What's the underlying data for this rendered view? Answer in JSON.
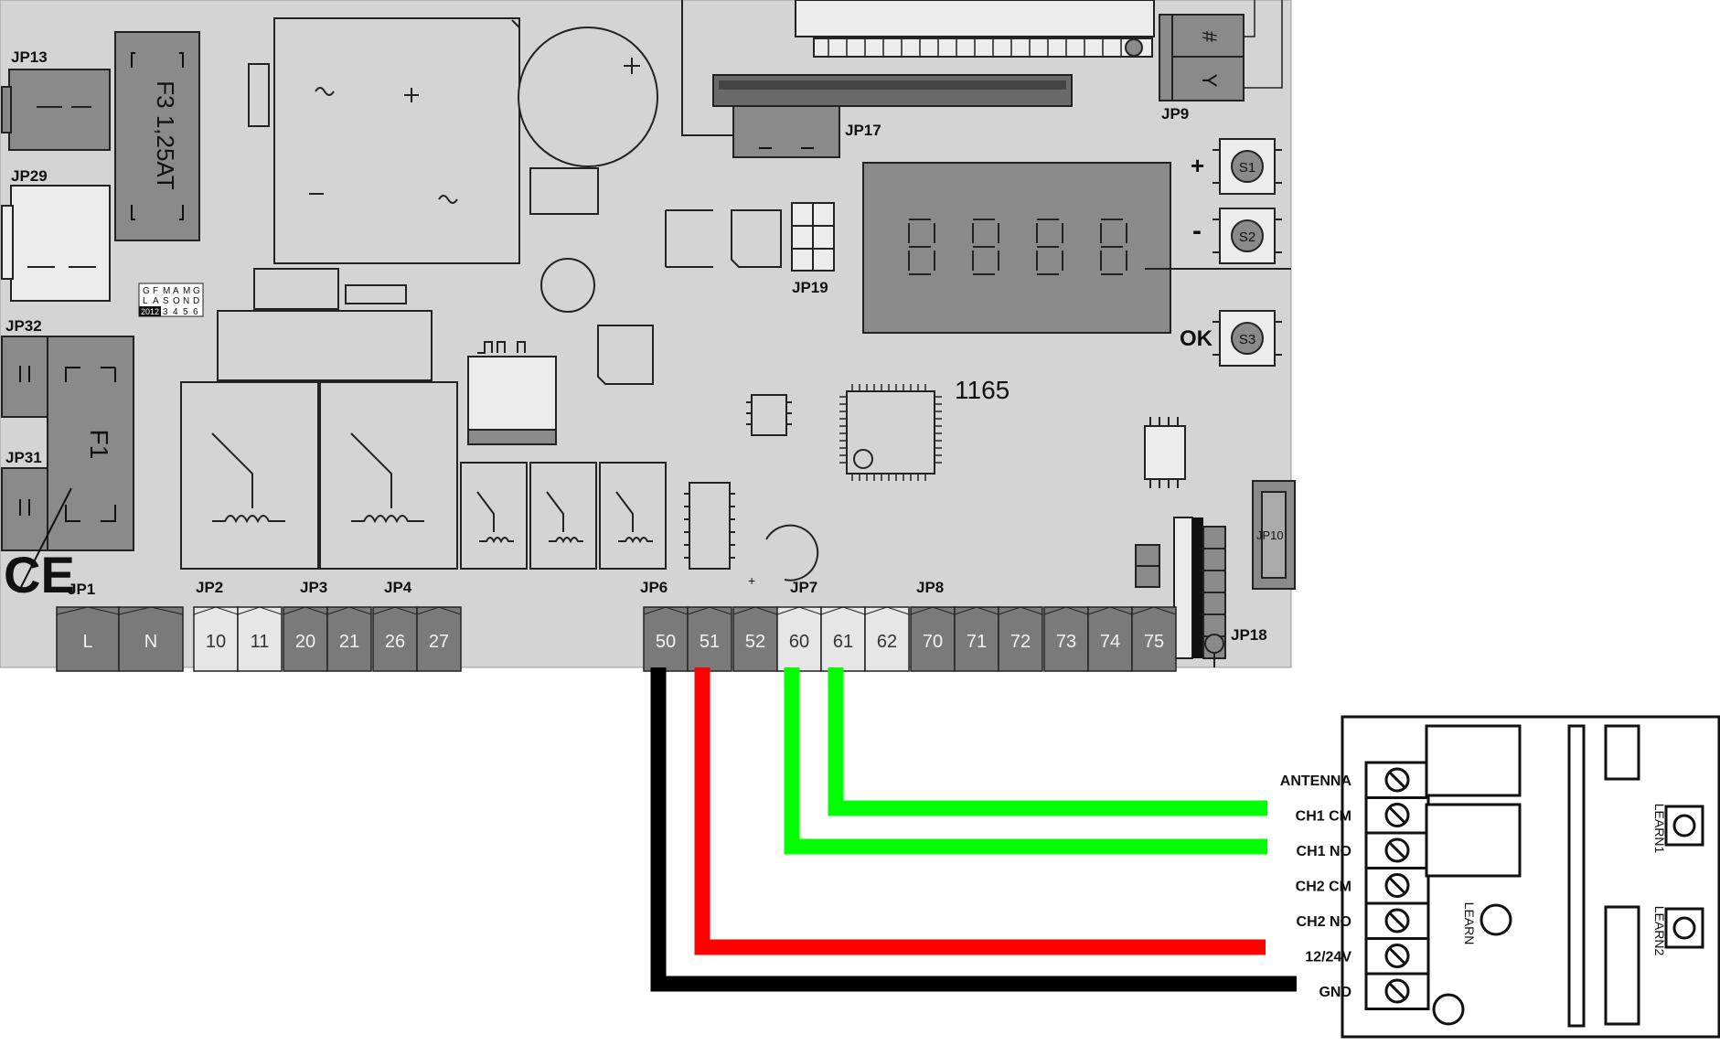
{
  "board": {
    "headers": {
      "jp13": "JP13",
      "jp29": "JP29",
      "jp32": "JP32",
      "jp31": "JP31",
      "jp1": "JP1",
      "jp2": "JP2",
      "jp3": "JP3",
      "jp4": "JP4",
      "jp6": "JP6",
      "jp7": "JP7",
      "jp8": "JP8",
      "jp9": "JP9",
      "jp17": "JP17",
      "jp19": "JP19",
      "jp10": "JP10",
      "jp18": "JP18"
    },
    "fuse_f3": "F3 1,25AT",
    "fuse_f1": "F1",
    "ce_mark": "CE",
    "chip_code": "1165",
    "buttons": {
      "s1": "S1",
      "s2": "S2",
      "s3": "S3"
    },
    "button_labels": {
      "plus": "+",
      "minus": "-",
      "ok": "OK"
    },
    "date_grid": {
      "row1": [
        "G",
        "F",
        "M",
        "A",
        "M",
        "G"
      ],
      "row2": [
        "L",
        "A",
        "S",
        "O",
        "N",
        "D"
      ],
      "row3": [
        "2012",
        "3",
        "4",
        "5",
        "6"
      ]
    },
    "terminals": [
      "L",
      "N",
      "10",
      "11",
      "20",
      "21",
      "26",
      "27",
      "50",
      "51",
      "52",
      "60",
      "61",
      "62",
      "70",
      "71",
      "72",
      "73",
      "74",
      "75"
    ],
    "jp9_symbols": {
      "top": "#",
      "bottom": "Y"
    }
  },
  "receiver": {
    "pins": [
      "ANTENNA",
      "CH1 CM",
      "CH1 NO",
      "CH2 CM",
      "CH2 NO",
      "12/24V",
      "GND"
    ],
    "learn": "LEARN",
    "learn1": "LEARN1",
    "learn2": "LEARN2"
  },
  "colors": {
    "board_bg": "#d4d4d4",
    "terminal_dark": "#7a7a7a",
    "terminal_light": "#e6e6e6",
    "wire_gnd": "#000000",
    "wire_power": "#ff0000",
    "wire_signal": "#00ff00"
  }
}
